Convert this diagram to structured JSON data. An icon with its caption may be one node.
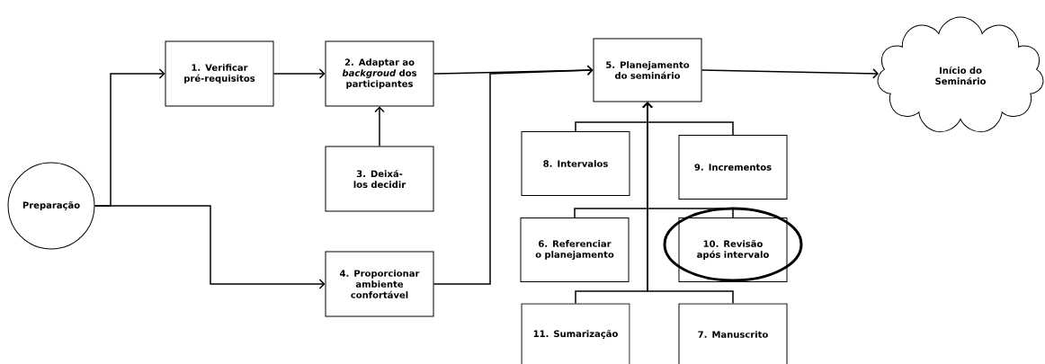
{
  "diagram": {
    "nodes": [
      {
        "text": [
          "Preparação"
        ]
      },
      {
        "text": [
          "1. Verificar pré-requisitos"
        ]
      },
      {
        "text": [
          "2. Adaptar ao *backgroud* dos participantes"
        ]
      },
      {
        "text": [
          "3. Deixá-los decidir"
        ]
      },
      {
        "text": [
          "4. Proporcionar ambiente confortável"
        ]
      },
      {
        "text": [
          "5. Planejamento do seminário"
        ]
      },
      {
        "text": [
          "Início do Seminário"
        ]
      },
      {
        "text": [
          "8. Intervalos"
        ]
      },
      {
        "text": [
          "9. Incrementos"
        ]
      },
      {
        "text": [
          "6. Referenciar o planejamento"
        ]
      },
      {
        "text": [
          "10. Revisão após intervalo"
        ]
      },
      {
        "text": [
          "11. Sumarização"
        ]
      },
      {
        "text": [
          "7. Manuscrito"
        ]
      }
    ],
    "edges": [
      {
        "from": 0,
        "to": 1,
        "arrow": "to"
      },
      {
        "from": 0,
        "to": 4,
        "arrow": "to"
      },
      {
        "from": 1,
        "to": 2,
        "arrow": "to"
      },
      {
        "from": 3,
        "to": 2,
        "arrow": "to"
      },
      {
        "from": 2,
        "to": 5,
        "arrow": "to"
      },
      {
        "from": 4,
        "to": 5,
        "arrow": "to"
      },
      {
        "from": 5,
        "to": 6,
        "arrow": "to"
      },
      {
        "from": 7,
        "to": 5,
        "arrow": "to"
      },
      {
        "from": 8,
        "to": 5,
        "arrow": "to"
      },
      {
        "from": 9,
        "to": 5,
        "arrow": "to"
      },
      {
        "from": 10,
        "to": 5,
        "arrow": "to"
      },
      {
        "from": 11,
        "to": 5,
        "arrow": "to"
      },
      {
        "from": 12,
        "to": 5,
        "arrow": "to"
      }
    ]
  }
}
